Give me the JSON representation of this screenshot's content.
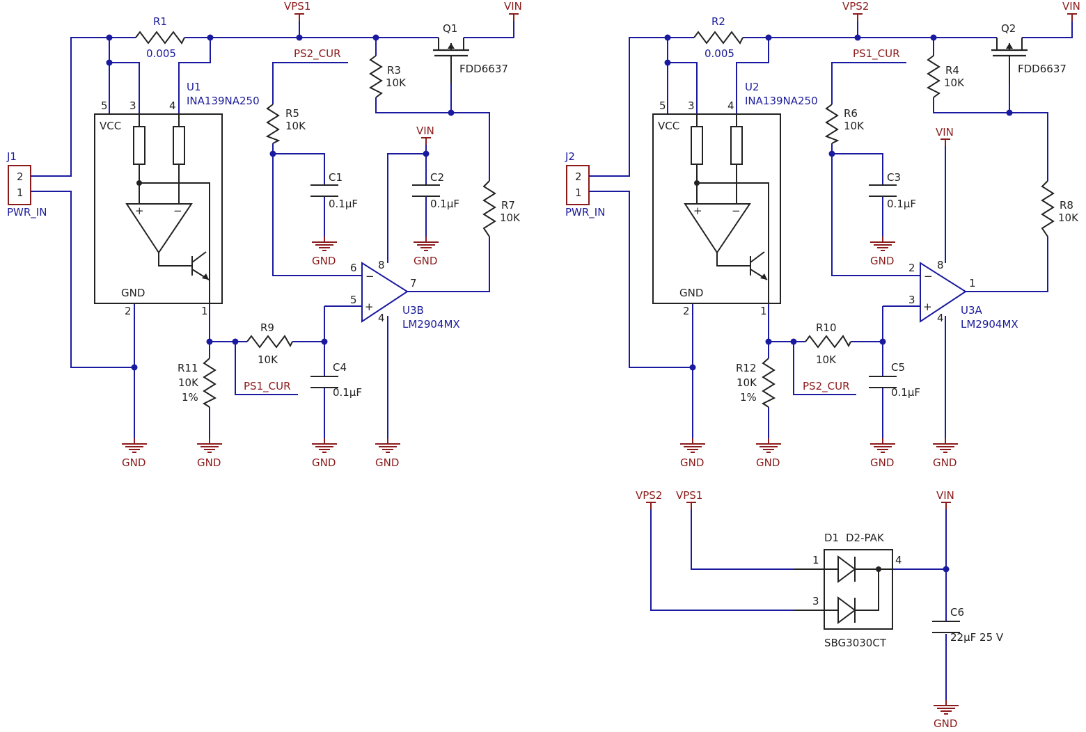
{
  "colors": {
    "wire": "#1a1aa0",
    "component": "#222222",
    "power": "#8b1a1a",
    "background": "#ffffff"
  },
  "power_labels": {
    "vps1": "VPS1",
    "vps2": "VPS2",
    "vin": "VIN",
    "gnd": "GND"
  },
  "net_labels": {
    "ps1_cur": "PS1_CUR",
    "ps2_cur": "PS2_CUR"
  },
  "resistors": {
    "r1": {
      "ref": "R1",
      "value": "0.005"
    },
    "r2": {
      "ref": "R2",
      "value": "0.005"
    },
    "r3": {
      "ref": "R3",
      "value": "10K"
    },
    "r4": {
      "ref": "R4",
      "value": "10K"
    },
    "r5": {
      "ref": "R5",
      "value": "10K"
    },
    "r6": {
      "ref": "R6",
      "value": "10K"
    },
    "r7": {
      "ref": "R7",
      "value": "10K"
    },
    "r8": {
      "ref": "R8",
      "value": "10K"
    },
    "r9": {
      "ref": "R9",
      "value": "10K"
    },
    "r10": {
      "ref": "R10",
      "value": "10K"
    },
    "r11": {
      "ref": "R11",
      "value": "10K",
      "tolerance": "1%"
    },
    "r12": {
      "ref": "R12",
      "value": "10K",
      "tolerance": "1%"
    }
  },
  "capacitors": {
    "c1": {
      "ref": "C1",
      "value": "0.1µF"
    },
    "c2": {
      "ref": "C2",
      "value": "0.1µF"
    },
    "c3": {
      "ref": "C3",
      "value": "0.1µF"
    },
    "c4": {
      "ref": "C4",
      "value": "0.1µF"
    },
    "c5": {
      "ref": "C5",
      "value": "0.1µF"
    },
    "c6": {
      "ref": "C6",
      "value": "22µF 25 V"
    }
  },
  "transistors": {
    "q1": {
      "ref": "Q1",
      "part": "FDD6637"
    },
    "q2": {
      "ref": "Q2",
      "part": "FDD6637"
    }
  },
  "ics": {
    "u1": {
      "ref": "U1",
      "part": "INA139NA250",
      "vcc": "VCC",
      "gnd": "GND",
      "pins": [
        "5",
        "3",
        "4",
        "2",
        "1"
      ]
    },
    "u2": {
      "ref": "U2",
      "part": "INA139NA250",
      "vcc": "VCC",
      "gnd": "GND",
      "pins": [
        "5",
        "3",
        "4",
        "2",
        "1"
      ]
    }
  },
  "opamps": {
    "u3b": {
      "ref": "U3B",
      "part": "LM2904MX",
      "pin_inv": "6",
      "pin_noninv": "5",
      "pin_out": "7",
      "pin_vcc": "8",
      "pin_gnd": "4"
    },
    "u3a": {
      "ref": "U3A",
      "part": "LM2904MX",
      "pin_inv": "2",
      "pin_noninv": "3",
      "pin_out": "1",
      "pin_vcc": "8",
      "pin_gnd": "4"
    }
  },
  "connectors": {
    "j1": {
      "ref": "J1",
      "name": "PWR_IN",
      "pin_top": "2",
      "pin_bottom": "1"
    },
    "j2": {
      "ref": "J2",
      "name": "PWR_IN",
      "pin_top": "2",
      "pin_bottom": "1"
    }
  },
  "diode": {
    "ref": "D1",
    "package": "D2-PAK",
    "part": "SBG3030CT",
    "pin_a1": "1",
    "pin_a2": "3",
    "pin_k": "4"
  },
  "opamp_symbols": {
    "minus": "−",
    "plus": "+"
  }
}
